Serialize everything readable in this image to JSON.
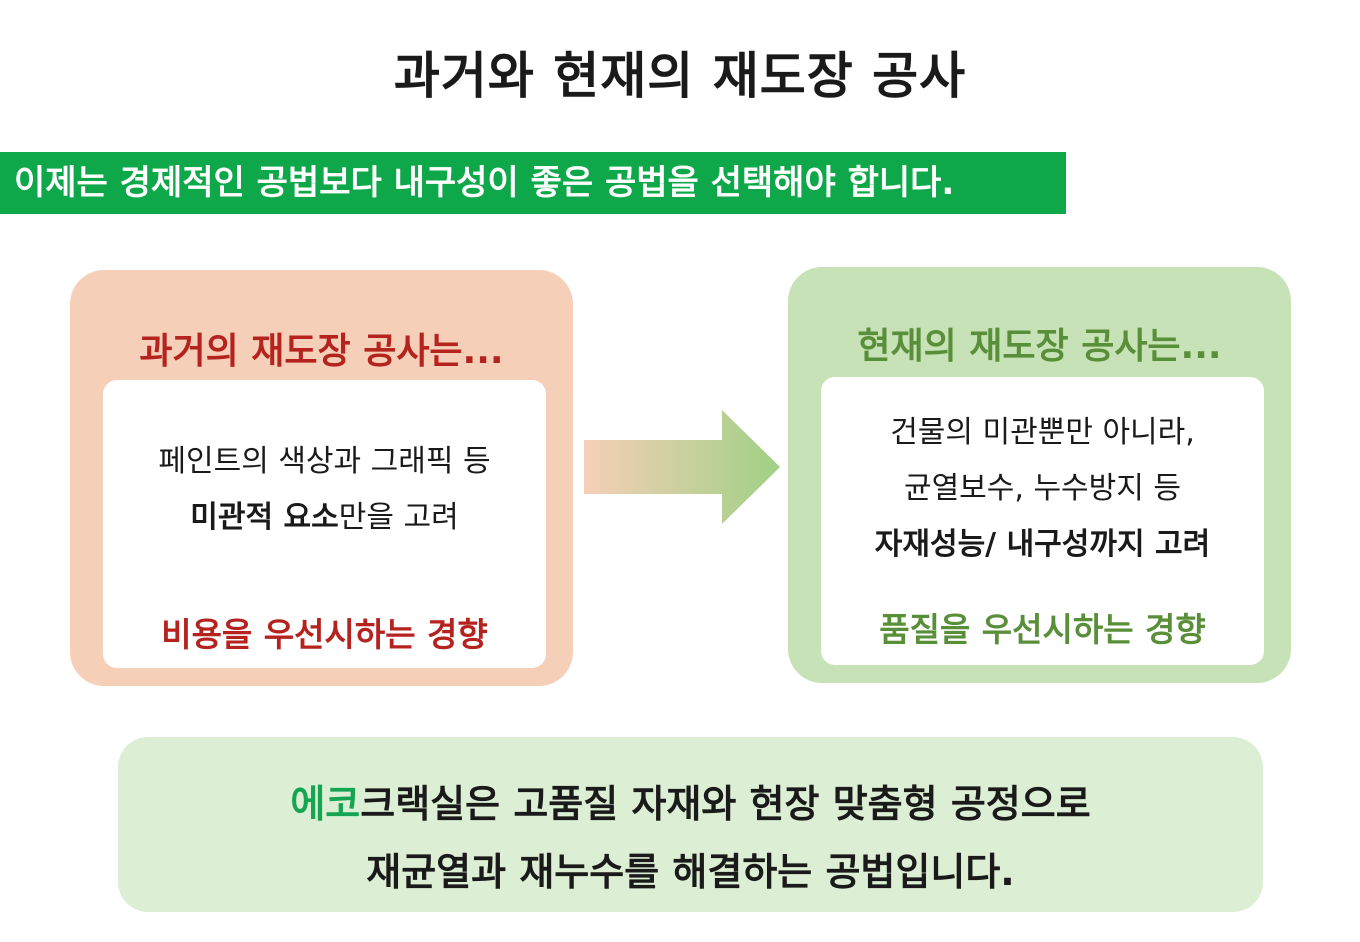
{
  "title": "과거와 현재의 재도장 공사",
  "banner": "이제는 경제적인 공법보다 내구성이 좋은 공법을 선택해야 합니다.",
  "past": {
    "heading": "과거의 재도장 공사는...",
    "line1": "페인트의 색상과 그래픽 등",
    "line2_bold": "미관적 요소",
    "line2_rest": "만을 고려",
    "tendency": "비용을 우선시하는 경향"
  },
  "present": {
    "heading": "현재의 재도장 공사는...",
    "line1": "건물의 미관뿐만 아니라,",
    "line2": "균열보수, 누수방지 등",
    "line3_bold": "자재성능/ 내구성까지 고려",
    "tendency": "품질을 우선시하는 경향"
  },
  "summary": {
    "brand_accent": "에코",
    "line1_rest": "크랙실은 고품질 자재와 현장 맞춤형 공정으로",
    "line2": "재균열과 재누수를 해결하는 공법입니다."
  },
  "colors": {
    "banner_green": "#0ea84a",
    "past_red": "#b5231f",
    "present_green": "#5a8f3a",
    "past_panel": "#f6cfb8",
    "present_panel": "#c8e2b8",
    "summary_panel": "#dcefd5",
    "brand_green": "#15a552"
  },
  "icons": {
    "transition": "right-arrow-icon"
  }
}
